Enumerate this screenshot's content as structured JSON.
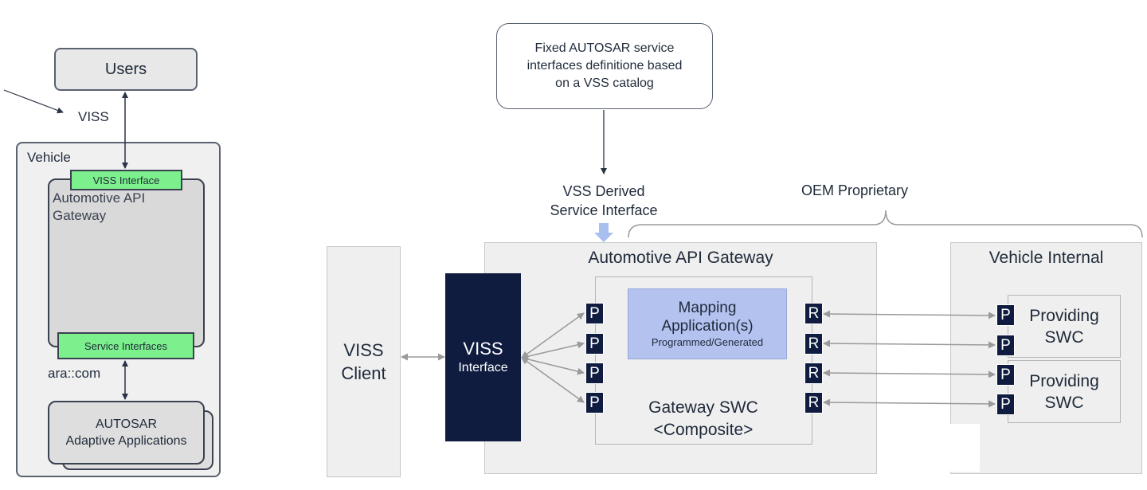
{
  "left_panel": {
    "users": "Users",
    "viss": "VISS",
    "vehicle": "Vehicle",
    "gateway_line1": "Automotive API",
    "gateway_line2": "Gateway",
    "viss_interface": "VISS Interface",
    "service_interfaces": "Service Interfaces",
    "ara_com": "ara::com",
    "autosar_line1": "AUTOSAR",
    "autosar_line2": "Adaptive Applications"
  },
  "right_panel": {
    "note_line1": "Fixed AUTOSAR service",
    "note_line2": "interfaces definitione based",
    "note_line3": "on a VSS catalog",
    "vss_derived_line1": "VSS Derived",
    "vss_derived_line2": "Service Interface",
    "oem_proprietary": "OEM Proprietary",
    "viss_client_line1": "VISS",
    "viss_client_line2": "Client",
    "gateway_title": "Automotive API Gateway",
    "viss_if_line1": "VISS",
    "viss_if_line2": "Interface",
    "mapping_line1": "Mapping",
    "mapping_line2": "Application(s)",
    "mapping_line3": "Programmed/Generated",
    "gateway_swc_line1": "Gateway SWC",
    "gateway_swc_line2": "<Composite>",
    "vehicle_internal": "Vehicle Internal",
    "providing_line1": "Providing",
    "providing_line2": "SWC",
    "port_p": "P",
    "port_r": "R"
  },
  "colors": {
    "navy": "#0f1c40",
    "green": "#7cf08c",
    "mapping": "#b4c2f0",
    "derived_arrow": "#a9bff0",
    "connector": "#9a9a9a"
  }
}
